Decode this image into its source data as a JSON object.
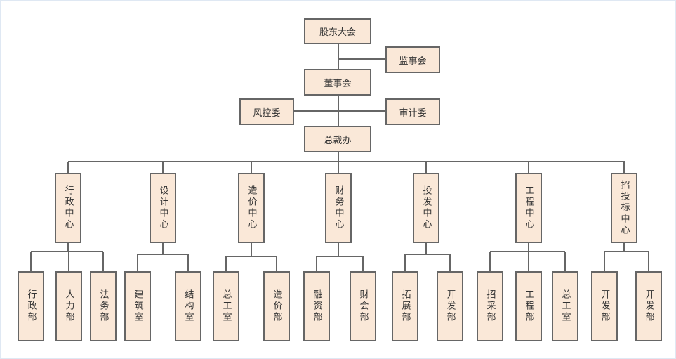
{
  "top": {
    "shareholders": "股东大会",
    "supervisors": "监事会",
    "board": "董事会",
    "risk_committee": "风控委",
    "audit_committee": "审计委",
    "president_office": "总裁办"
  },
  "centers": [
    {
      "label": "行政中心",
      "departments": [
        "行政部",
        "人力部",
        "法务部"
      ]
    },
    {
      "label": "设计中心",
      "departments": [
        "建筑室",
        "结构室"
      ]
    },
    {
      "label": "造价中心",
      "departments": [
        "总工室",
        "造价部"
      ]
    },
    {
      "label": "财务中心",
      "departments": [
        "融资部",
        "财会部"
      ]
    },
    {
      "label": "投发中心",
      "departments": [
        "拓展部",
        "开发部"
      ]
    },
    {
      "label": "工程中心",
      "departments": [
        "招采部",
        "工程部",
        "总工室"
      ]
    },
    {
      "label": "招投标中心",
      "departments": [
        "开发部",
        "开发部"
      ]
    }
  ],
  "colors": {
    "box_fill": "#fae8d8",
    "box_border": "#666666",
    "line": "#666666"
  }
}
